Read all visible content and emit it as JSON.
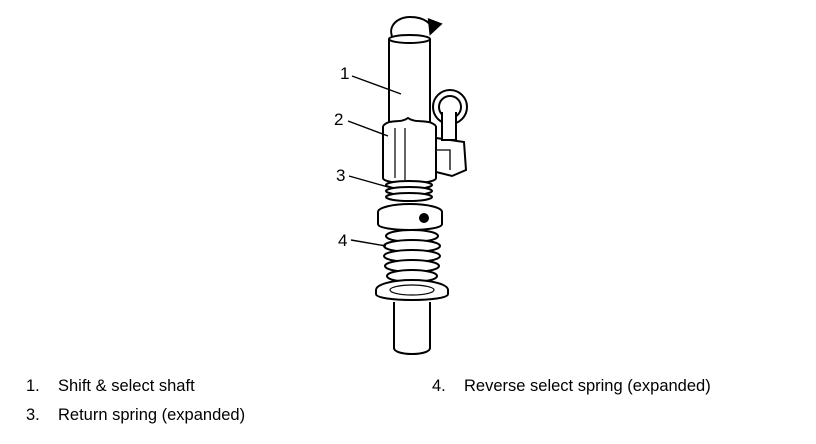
{
  "callouts": [
    "1",
    "2",
    "3",
    "4"
  ],
  "legend": [
    {
      "number": "1.",
      "text": "Shift & select shaft"
    },
    {
      "number": "3.",
      "text": "Return spring (expanded)"
    },
    {
      "number": "4.",
      "text": "Reverse select spring (expanded)"
    }
  ],
  "colors": {
    "line": "#000000",
    "background": "#ffffff"
  }
}
